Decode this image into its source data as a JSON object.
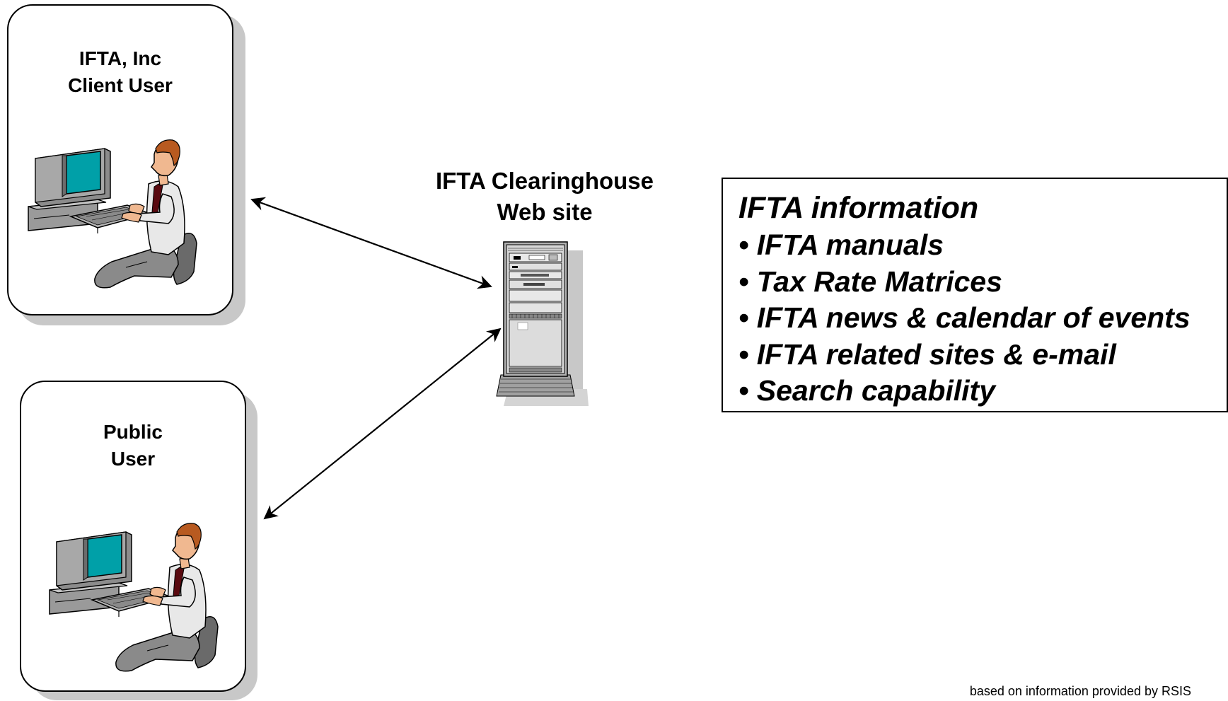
{
  "users": [
    {
      "id": "client",
      "title_line1": "IFTA, Inc",
      "title_line2": "Client User"
    },
    {
      "id": "public",
      "title_line1": "Public",
      "title_line2": "User"
    }
  ],
  "server": {
    "title_line1": "IFTA Clearinghouse",
    "title_line2": "Web site"
  },
  "info": {
    "heading": "IFTA information",
    "items": [
      "• IFTA manuals",
      "• Tax Rate Matrices",
      "• IFTA news & calendar of events",
      "• IFTA related sites & e-mail",
      "• Search capability"
    ]
  },
  "credit": "based on information provided by RSIS",
  "colors": {
    "screen": "#00a0a8",
    "monitor": "#8c8c8c",
    "skin": "#f0b890",
    "hair": "#b85a20",
    "shirt": "#e8e8e8",
    "pants": "#8a8a8a",
    "chair": "#6a6a6a",
    "tie": "#5a0a10"
  }
}
